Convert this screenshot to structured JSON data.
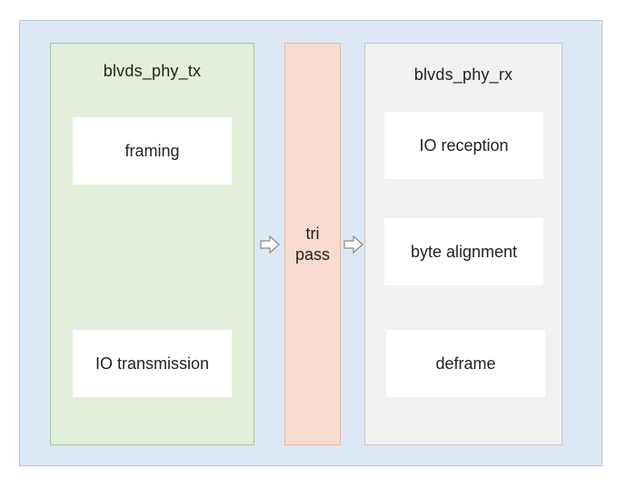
{
  "tx": {
    "title": "blvds_phy_tx",
    "blocks": [
      "framing",
      "IO transmission"
    ]
  },
  "tri": {
    "line1": "tri",
    "line2": "pass"
  },
  "rx": {
    "title": "blvds_phy_rx",
    "blocks": [
      "IO reception",
      "byte alignment",
      "deframe"
    ]
  },
  "colors": {
    "outer_bg": "#dde8f5",
    "tx_bg": "#e3eedb",
    "tri_bg": "#f9dccf",
    "rx_bg": "#f1f1f1",
    "block_bg": "#ffffff"
  },
  "icons": [
    "arrow-right-icon",
    "arrow-right-icon"
  ]
}
